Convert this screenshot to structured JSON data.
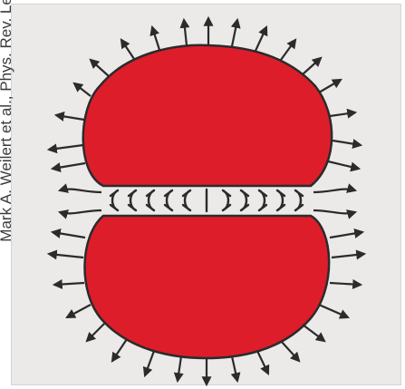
{
  "credit": {
    "text": "Mark A. Weilert et al., Phys. Rev. Lett."
  },
  "colors": {
    "drop_fill": "#de1d2a",
    "outline": "#2b2b2b",
    "background": "#ece9e9",
    "page": "#ffffff"
  },
  "diagram": {
    "elements": [
      "upper-drop",
      "lower-drop",
      "outward-flow-arrows",
      "gap-flow-arrows"
    ]
  }
}
